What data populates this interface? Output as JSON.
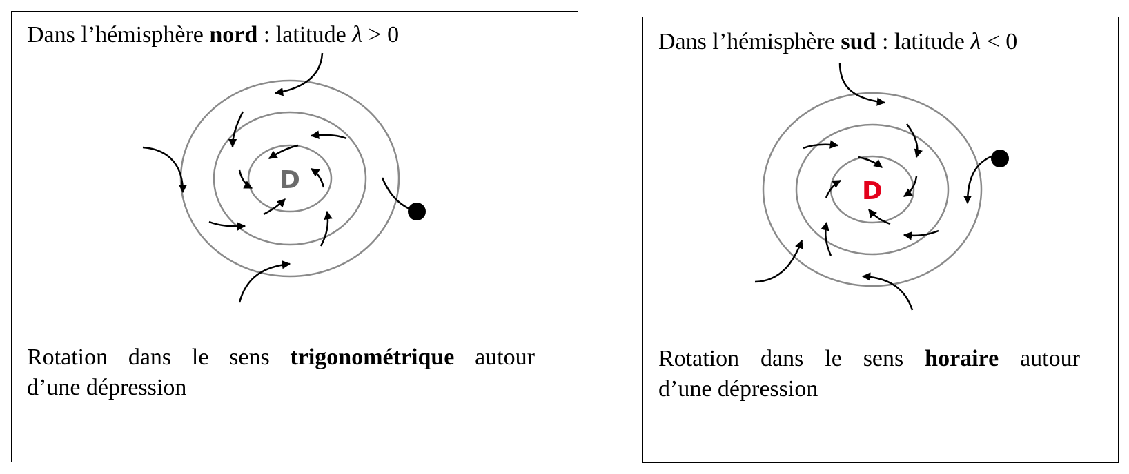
{
  "panels": {
    "north": {
      "heading": {
        "prefix": "Dans l’hémisphère",
        "bold": "nord",
        "middle": ": latitude",
        "symbol": "λ",
        "relation": "> 0"
      },
      "center_label": "D",
      "center_color": "#6b6b6b",
      "caption": {
        "w1": "Rotation",
        "w2": "dans",
        "w3": "le",
        "w4": "sens",
        "bold": "trigonométrique",
        "w5": "autour",
        "line2": "d’une dépression"
      }
    },
    "south": {
      "heading": {
        "prefix": "Dans l’hémisphère",
        "bold": "sud",
        "middle": ": latitude",
        "symbol": "λ",
        "relation": "< 0"
      },
      "center_label": "D",
      "center_color": "#e3001b",
      "caption": {
        "w1": "Rotation",
        "w2": "dans",
        "w3": "le",
        "w4": "sens",
        "bold": "horaire",
        "w5": "autour",
        "line2": "d’une dépression"
      }
    }
  },
  "colors": {
    "isobar": "#8a8a8a",
    "arrow": "#000000"
  }
}
